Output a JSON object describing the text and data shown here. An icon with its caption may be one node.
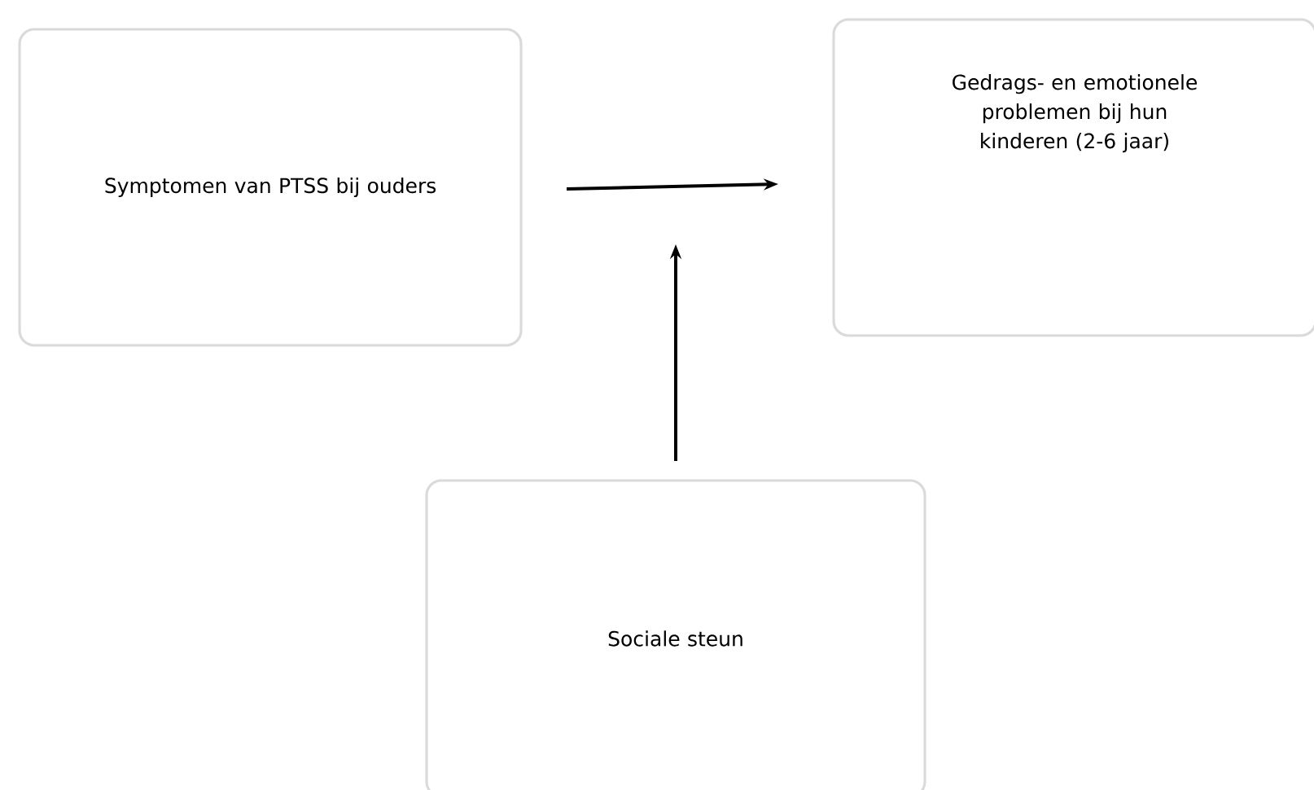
{
  "diagram": {
    "nodes": [
      {
        "text": [
          "Symptomen van PTSS bij ouders"
        ]
      },
      {
        "text": [
          "Gedrags- en emotionele problemen bij hun kinderen (2-6 jaar)"
        ]
      },
      {
        "text": [
          "Sociale steun"
        ]
      }
    ],
    "edges": [
      {
        "from": 0,
        "to": 1,
        "arrow": "to"
      },
      {
        "from": 2,
        "to": null,
        "arrow": "to"
      }
    ]
  }
}
